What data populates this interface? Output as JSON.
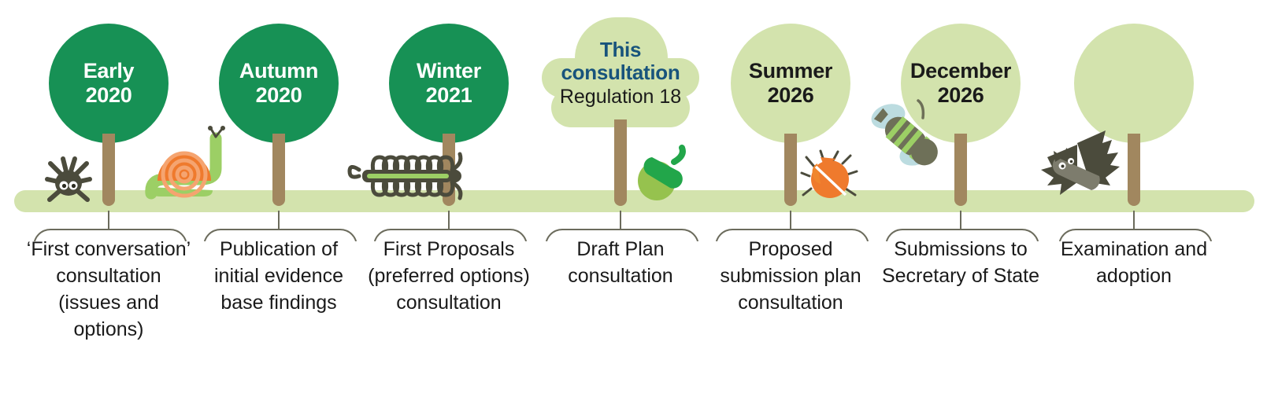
{
  "diagram": {
    "type": "local-plan-timeline",
    "ground_color": "#d3e3ad",
    "dark_tree_color": "#179155",
    "light_tree_color": "#d3e3ad",
    "trunk_color": "#a1875f",
    "bracket_color": "#6b6b5c",
    "highlight_text_color": "#18547c"
  },
  "stages": [
    {
      "tree_style": "dark",
      "title_line1": "Early",
      "title_line2": "2020",
      "label": "‘First conversation’ consultation (issues and options)",
      "creature": "spider-icon"
    },
    {
      "tree_style": "dark",
      "title_line1": "Autumn",
      "title_line2": "2020",
      "label": "Publication of initial evidence base findings",
      "creature": "snail-icon"
    },
    {
      "tree_style": "dark",
      "title_line1": "Winter",
      "title_line2": "2021",
      "label": "First Proposals (preferred options) consultation",
      "creature": "centipede-icon"
    },
    {
      "tree_style": "cloud",
      "title_line1": "This",
      "title_line2": "consultation",
      "subtitle": "Regulation 18",
      "label": "Draft Plan consultation",
      "creature": "acorn-icon"
    },
    {
      "tree_style": "light",
      "title_line1": "Summer",
      "title_line2": "2026",
      "label": "Proposed submission plan consultation",
      "creature": "ladybug-icon"
    },
    {
      "tree_style": "light",
      "title_line1": "December",
      "title_line2": "2026",
      "label": "Submissions to Secretary of State",
      "creature": "bee-icon"
    },
    {
      "tree_style": "plain",
      "title_line1": "",
      "title_line2": "",
      "label": "Examination and adoption",
      "creature": "bat-icon"
    }
  ]
}
